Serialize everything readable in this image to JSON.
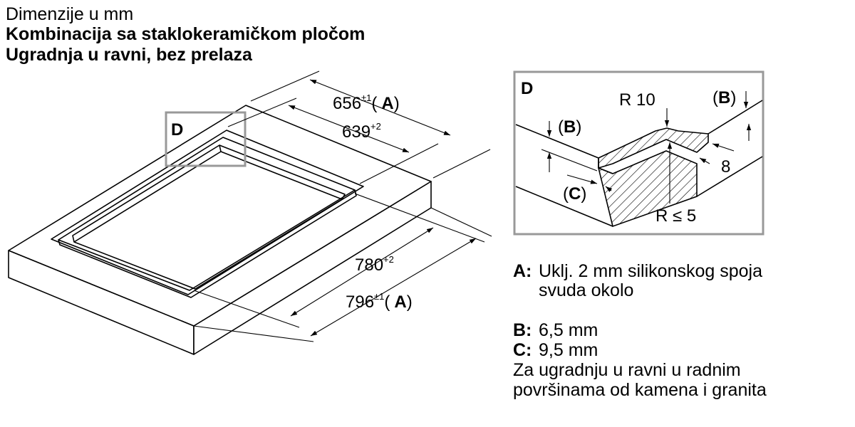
{
  "header": {
    "line1": "Dimenzije u mm",
    "line2": "Kombinacija sa staklokeramičkom pločom",
    "line3": "Ugradnja u ravni, bez prelaza"
  },
  "main_view": {
    "detail_marker": "D",
    "dim_656": {
      "value": "656",
      "tol": "±1",
      "open": "(",
      "ref": "A",
      "close": ")"
    },
    "dim_639": {
      "value": "639",
      "tol": "+2"
    },
    "dim_780": {
      "value": "780",
      "tol": "+2"
    },
    "dim_796": {
      "value": "796",
      "tol": "±1",
      "open": "(",
      "ref": "A",
      "close": ")"
    }
  },
  "detail": {
    "title": "D",
    "r10": "R 10",
    "r5": "R ≤ 5",
    "b_label": "B",
    "c_label": "C",
    "dim_8": "8",
    "paren_open": "(",
    "paren_close": ")"
  },
  "legend": {
    "a_key": "A:",
    "a_line1": "Uklj. 2 mm silikonskog spoja",
    "a_line2": "svuda okolo",
    "b_key": "B:",
    "b_text": "6,5 mm",
    "c_key": "C:",
    "c_text": "9,5 mm",
    "note_line1": "Za ugradnju u ravni u radnim",
    "note_line2": "površinama od kamena i granita"
  }
}
